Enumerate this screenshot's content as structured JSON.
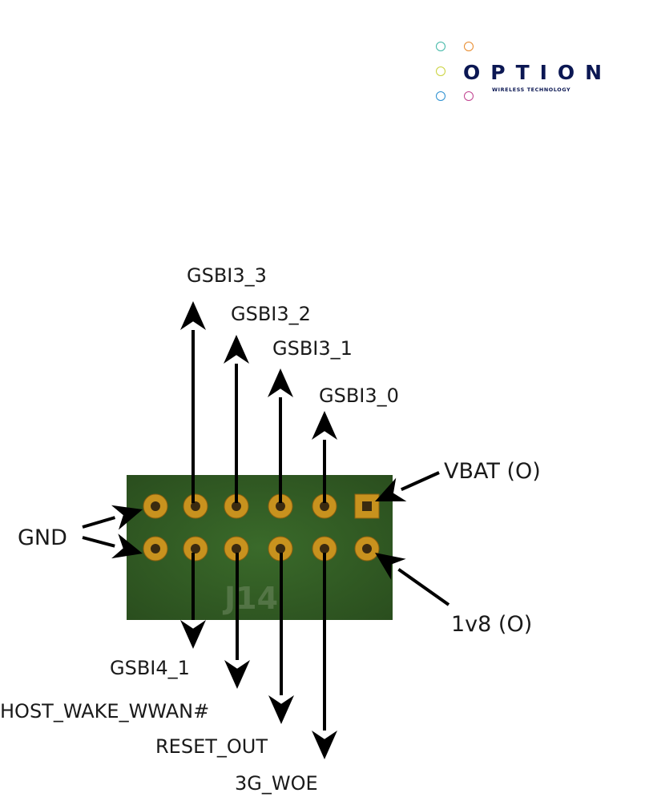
{
  "logo": {
    "word": "OPTION",
    "subtitle": "WIRELESS TECHNOLOGY",
    "circle_colors": [
      "#3fb7a6",
      "#e8892a",
      "#c9d23a",
      "#0b1753",
      "#2a8fd0",
      "#c0418f"
    ]
  },
  "board": {
    "silkscreen": "J14",
    "pcb_color": "#2f5a22",
    "pad_color": "#c8921e",
    "rows": 2,
    "cols": 6
  },
  "labels": {
    "top": [
      "GSBI3_3",
      "GSBI3_2",
      "GSBI3_1",
      "GSBI3_0"
    ],
    "bottom": [
      "GSBI4_1",
      "HOST_WAKE_WWAN#",
      "RESET_OUT",
      "3G_WOE"
    ],
    "vbat": "VBAT (O)",
    "v1v8": "1v8 (O)",
    "gnd": "GND"
  }
}
